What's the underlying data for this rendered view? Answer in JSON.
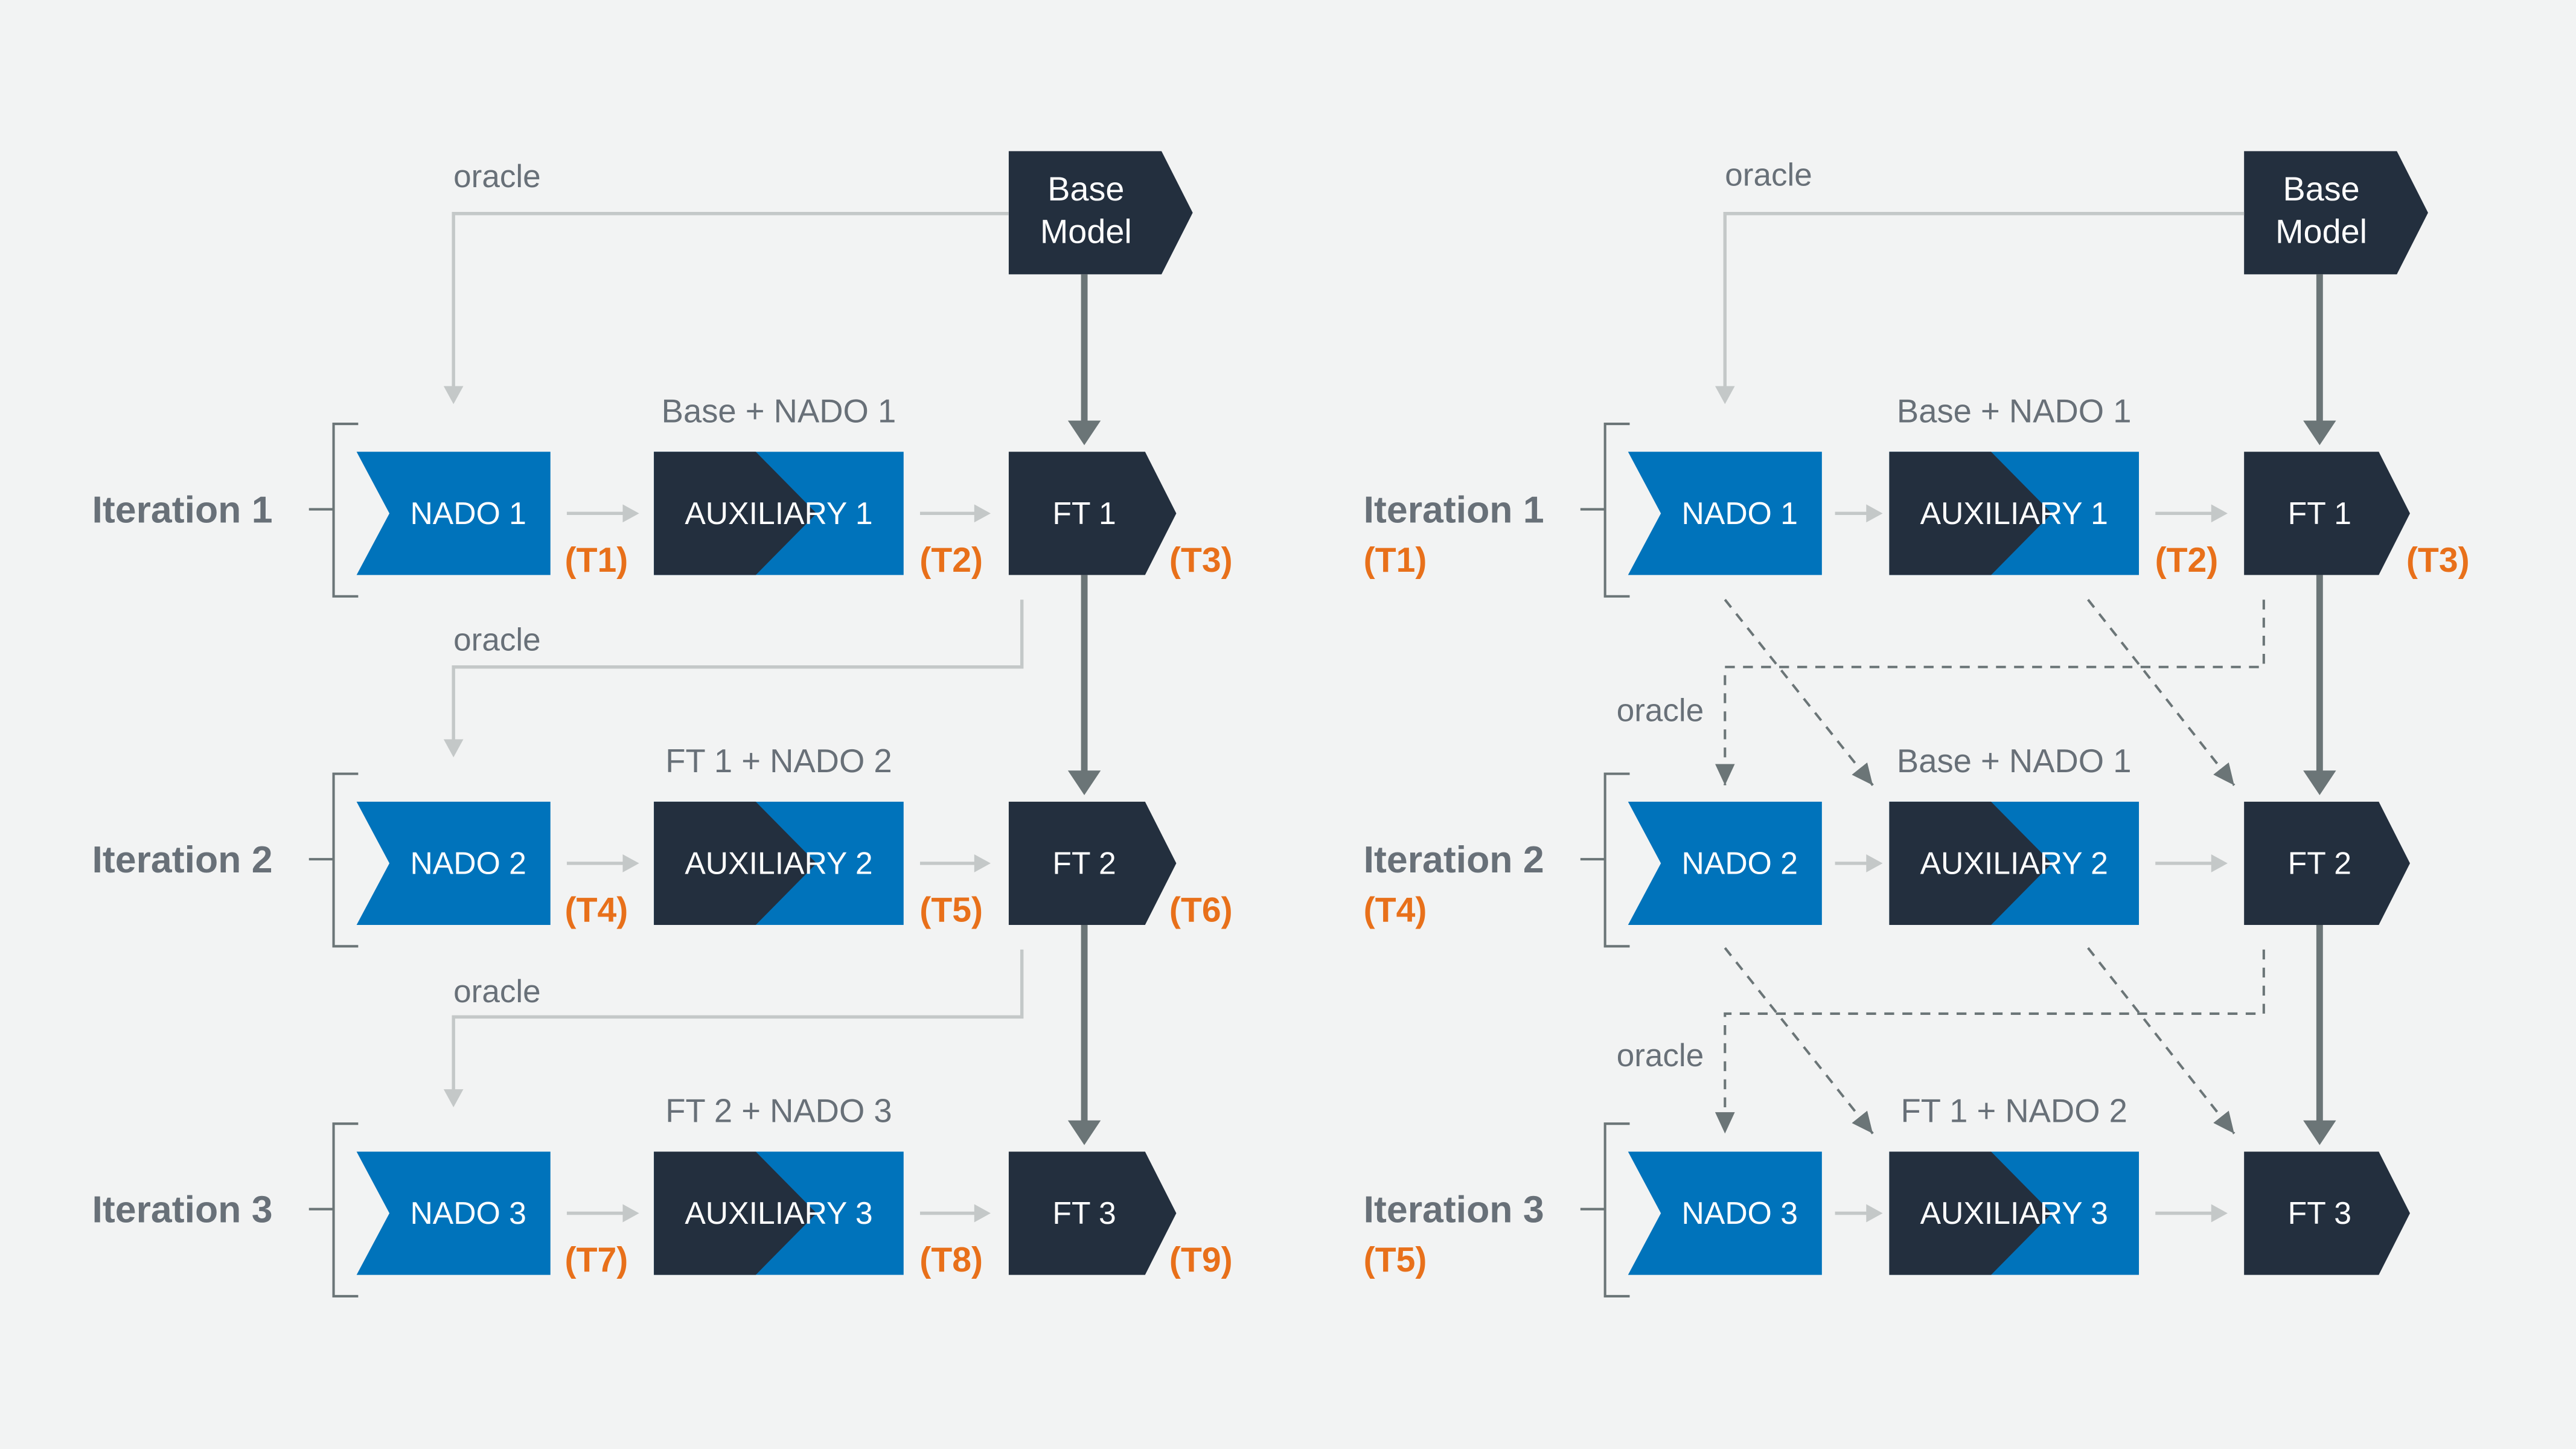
{
  "colors": {
    "background": "#f2f3f3",
    "navy": "#232f3e",
    "blue": "#0073bb",
    "orange": "#e8701a",
    "text_gray": "#687078",
    "arrow_dark": "#6b7577",
    "arrow_light": "#c4c8c8"
  },
  "left_panel": {
    "base_model": [
      "Base",
      "Model"
    ],
    "rows": [
      {
        "oracle": "oracle",
        "iteration": "Iteration 1",
        "combo": "Base + NADO 1",
        "nado": "NADO 1",
        "auxiliary": "AUXILIARY 1",
        "ft": "FT 1",
        "t_nado": "(T1)",
        "t_auxiliary": "(T2)",
        "t_ft": "(T3)"
      },
      {
        "oracle": "oracle",
        "iteration": "Iteration 2",
        "combo": "FT 1 + NADO 2",
        "nado": "NADO 2",
        "auxiliary": "AUXILIARY 2",
        "ft": "FT 2",
        "t_nado": "(T4)",
        "t_auxiliary": "(T5)",
        "t_ft": "(T6)"
      },
      {
        "oracle": "oracle",
        "iteration": "Iteration 3",
        "combo": "FT 2 + NADO 3",
        "nado": "NADO 3",
        "auxiliary": "AUXILIARY 3",
        "ft": "FT 3",
        "t_nado": "(T7)",
        "t_auxiliary": "(T8)",
        "t_ft": "(T9)"
      }
    ]
  },
  "right_panel": {
    "base_model": [
      "Base",
      "Model"
    ],
    "rows": [
      {
        "oracle": "oracle",
        "iteration": "Iteration 1",
        "time": "(T1)",
        "combo": "Base + NADO 1",
        "nado": "NADO 1",
        "auxiliary": "AUXILIARY 1",
        "ft": "FT 1",
        "t_auxiliary": "(T2)",
        "t_ft": "(T3)"
      },
      {
        "oracle": "oracle",
        "iteration": "Iteration 2",
        "time": "(T4)",
        "combo": "Base + NADO 1",
        "nado": "NADO 2",
        "auxiliary": "AUXILIARY 2",
        "ft": "FT 2"
      },
      {
        "oracle": "oracle",
        "iteration": "Iteration 3",
        "time": "(T5)",
        "combo": "FT 1 + NADO 2",
        "nado": "NADO 3",
        "auxiliary": "AUXILIARY 3",
        "ft": "FT 3"
      }
    ]
  }
}
